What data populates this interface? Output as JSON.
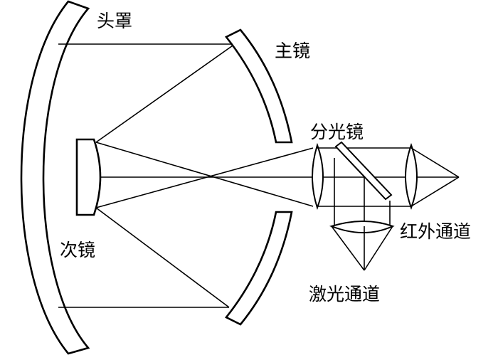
{
  "labels": {
    "dome": "头罩",
    "primary_mirror": "主镜",
    "beam_splitter": "分光镜",
    "secondary_mirror": "次镜",
    "infrared_channel": "红外通道",
    "laser_channel": "激光通道"
  },
  "colors": {
    "stroke": "#000000",
    "background": "#ffffff"
  }
}
